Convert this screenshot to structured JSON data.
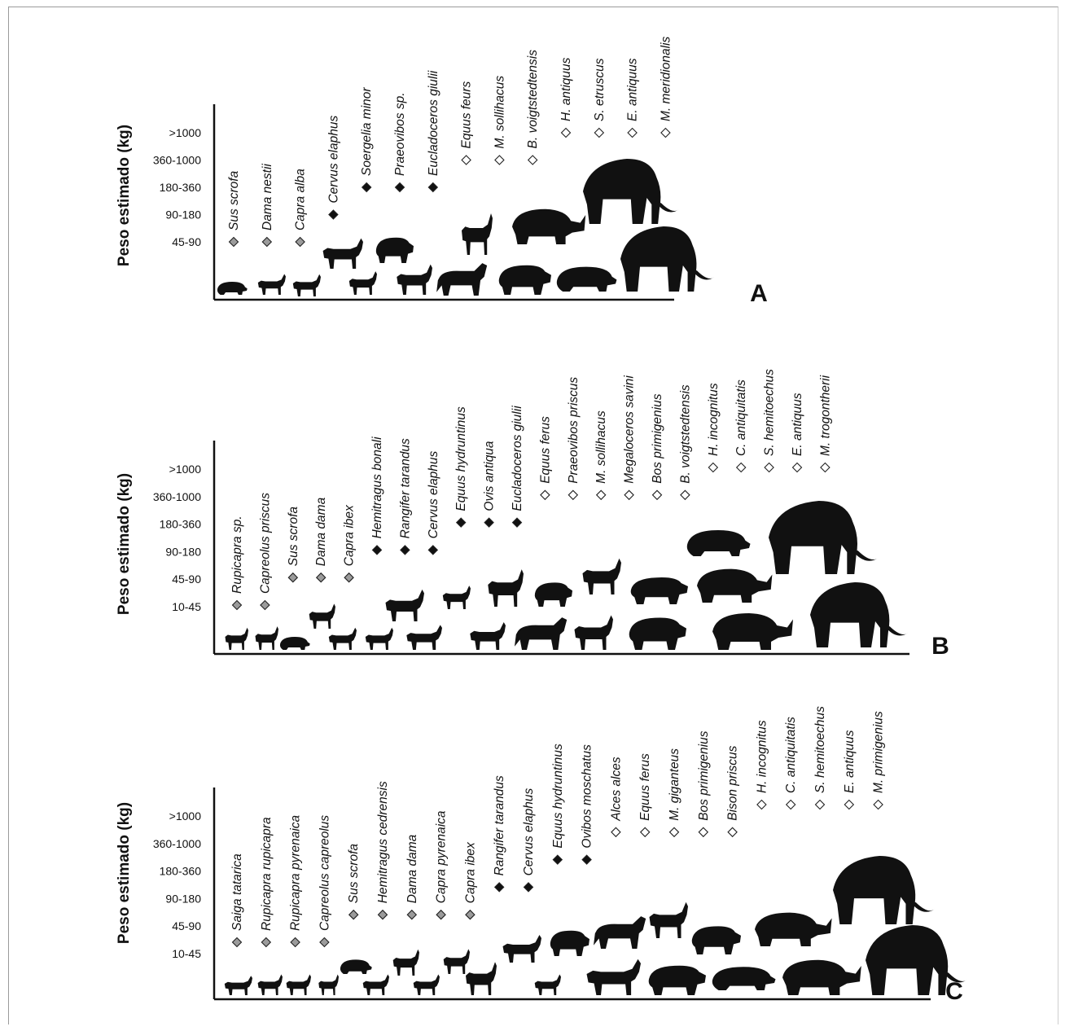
{
  "y_axis_label": "Peso estimado (kg)",
  "marker_colors": {
    "gray": "#9b9b9b",
    "black": "#111111",
    "white": "#ffffff"
  },
  "panels": [
    {
      "label": "A",
      "ticks": [
        ">1000",
        "360-1000",
        "180-360",
        "90-180",
        "45-90"
      ],
      "species": [
        {
          "name": "Sus scrofa",
          "marker": "gray",
          "level": 0
        },
        {
          "name": "Dama nestii",
          "marker": "gray",
          "level": 0
        },
        {
          "name": "Capra alba",
          "marker": "gray",
          "level": 0
        },
        {
          "name": "Cervus elaphus",
          "marker": "black",
          "level": 1
        },
        {
          "name": "Soergelia minor",
          "marker": "black",
          "level": 2
        },
        {
          "name": "Praeovibos sp.",
          "marker": "black",
          "level": 2
        },
        {
          "name": "Eucladoceros giulii",
          "marker": "black",
          "level": 2
        },
        {
          "name": "Equus feurs",
          "marker": "white",
          "level": 3
        },
        {
          "name": "M. sollihacus",
          "marker": "white",
          "level": 3
        },
        {
          "name": "B. voigtstedtensis",
          "marker": "white",
          "level": 3
        },
        {
          "name": "H. antiquus",
          "marker": "white",
          "level": 4
        },
        {
          "name": "S. etruscus",
          "marker": "white",
          "level": 4
        },
        {
          "name": "E. antiquus",
          "marker": "white",
          "level": 4
        },
        {
          "name": "M. meridionalis",
          "marker": "white",
          "level": 4
        }
      ]
    },
    {
      "label": "B",
      "ticks": [
        ">1000",
        "360-1000",
        "180-360",
        "90-180",
        "45-90",
        "10-45"
      ],
      "species": [
        {
          "name": "Rupicapra sp.",
          "marker": "gray",
          "level": 0
        },
        {
          "name": "Capreolus priscus",
          "marker": "gray",
          "level": 0
        },
        {
          "name": "Sus scrofa",
          "marker": "gray",
          "level": 1
        },
        {
          "name": "Dama dama",
          "marker": "gray",
          "level": 1
        },
        {
          "name": "Capra ibex",
          "marker": "gray",
          "level": 1
        },
        {
          "name": "Hemitragus bonali",
          "marker": "black",
          "level": 2
        },
        {
          "name": "Rangifer tarandus",
          "marker": "black",
          "level": 2
        },
        {
          "name": "Cervus elaphus",
          "marker": "black",
          "level": 2
        },
        {
          "name": "Equus hydruntinus",
          "marker": "black",
          "level": 3
        },
        {
          "name": "Ovis antiqua",
          "marker": "black",
          "level": 3
        },
        {
          "name": "Eucladoceros giulii",
          "marker": "black",
          "level": 3
        },
        {
          "name": "Equus ferus",
          "marker": "white",
          "level": 4
        },
        {
          "name": "Praeovibos priscus",
          "marker": "white",
          "level": 4
        },
        {
          "name": "M. sollihacus",
          "marker": "white",
          "level": 4
        },
        {
          "name": "Megaloceros savini",
          "marker": "white",
          "level": 4
        },
        {
          "name": "Bos primigenius",
          "marker": "white",
          "level": 4
        },
        {
          "name": "B. voigtstedtensis",
          "marker": "white",
          "level": 4
        },
        {
          "name": "H. incognitus",
          "marker": "white",
          "level": 5
        },
        {
          "name": "C. antiquitatis",
          "marker": "white",
          "level": 5
        },
        {
          "name": "S. hemitoechus",
          "marker": "white",
          "level": 5
        },
        {
          "name": "E. antiquus",
          "marker": "white",
          "level": 5
        },
        {
          "name": "M. trogontherii",
          "marker": "white",
          "level": 5
        }
      ]
    },
    {
      "label": "C",
      "ticks": [
        ">1000",
        "360-1000",
        "180-360",
        "90-180",
        "45-90",
        "10-45"
      ],
      "species": [
        {
          "name": "Saiga tatarica",
          "marker": "gray",
          "level": 0
        },
        {
          "name": "Rupicapra rupicapra",
          "marker": "gray",
          "level": 0
        },
        {
          "name": "Rupicapra pyrenaica",
          "marker": "gray",
          "level": 0
        },
        {
          "name": "Capreolus capreolus",
          "marker": "gray",
          "level": 0
        },
        {
          "name": "Sus scrofa",
          "marker": "gray",
          "level": 1
        },
        {
          "name": "Hemitragus cedrensis",
          "marker": "gray",
          "level": 1
        },
        {
          "name": "Dama dama",
          "marker": "gray",
          "level": 1
        },
        {
          "name": "Capra pyrenaica",
          "marker": "gray",
          "level": 1
        },
        {
          "name": "Capra ibex",
          "marker": "gray",
          "level": 1
        },
        {
          "name": "Rangifer tarandus",
          "marker": "black",
          "level": 2
        },
        {
          "name": "Cervus elaphus",
          "marker": "black",
          "level": 2
        },
        {
          "name": "Equus hydruntinus",
          "marker": "black",
          "level": 3
        },
        {
          "name": "Ovibos moschatus",
          "marker": "black",
          "level": 3
        },
        {
          "name": "Alces alces",
          "marker": "white",
          "level": 4
        },
        {
          "name": "Equus ferus",
          "marker": "white",
          "level": 4
        },
        {
          "name": "M. giganteus",
          "marker": "white",
          "level": 4
        },
        {
          "name": "Bos primigenius",
          "marker": "white",
          "level": 4
        },
        {
          "name": "Bison priscus",
          "marker": "white",
          "level": 4
        },
        {
          "name": "H. incognitus",
          "marker": "white",
          "level": 5
        },
        {
          "name": "C. antiquitatis",
          "marker": "white",
          "level": 5
        },
        {
          "name": "S. hemitoechus",
          "marker": "white",
          "level": 5
        },
        {
          "name": "E. antiquus",
          "marker": "white",
          "level": 5
        },
        {
          "name": "M. primigenius",
          "marker": "white",
          "level": 5
        }
      ]
    }
  ]
}
